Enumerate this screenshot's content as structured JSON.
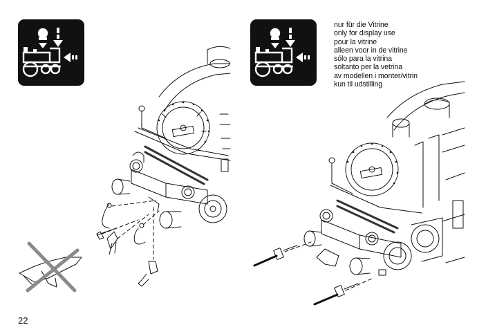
{
  "page": {
    "number": "22"
  },
  "notice": {
    "lines": [
      "nur für die Vitrine",
      "only for display use",
      "pour la vitrine",
      "alleen voor in de vitrine",
      "sólo para la vitrina",
      "soltanto per la vetrina",
      "av modellen i monter/vitrin",
      "kun til udstilling"
    ]
  },
  "icons": {
    "badge": "display-only-locomotive-icon",
    "prohibited": "crossed-out-part-icon"
  },
  "colors": {
    "ink": "#111111",
    "paper": "#ffffff",
    "cross": "#8a8a8a"
  }
}
